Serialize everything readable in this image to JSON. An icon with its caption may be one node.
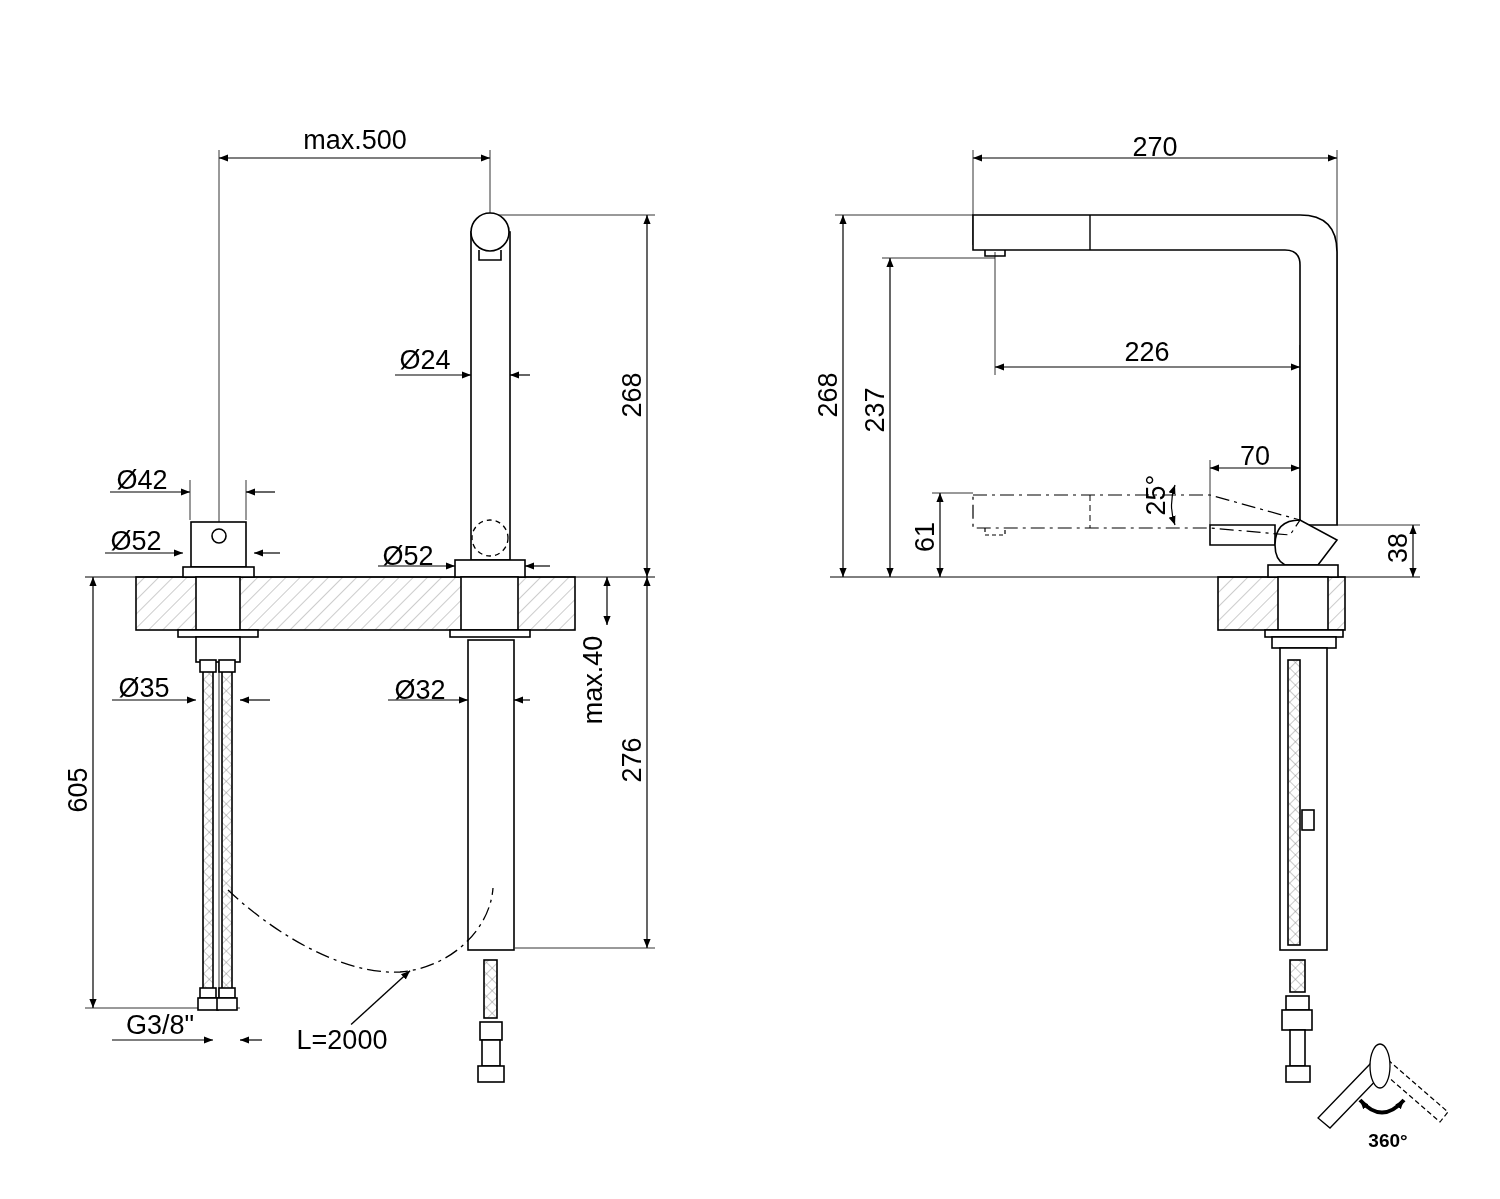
{
  "diagram": {
    "nodes": [
      {
        "text": [
          "L=2000"
        ]
      },
      {
        "text": [],
        "shape": "picture"
      }
    ],
    "edges": [
      {
        "from": 0,
        "to": 1,
        "arrow": "to"
      }
    ],
    "labels": [
      "max.500",
      "270",
      "Ø24",
      "268",
      "268",
      "237",
      "226",
      "Ø42",
      "70",
      "25°",
      "Ø52",
      "Ø52",
      "61",
      "38",
      "Ø35",
      "Ø32",
      "max.40",
      "276",
      "605",
      "G3/8\"",
      "360°"
    ]
  }
}
